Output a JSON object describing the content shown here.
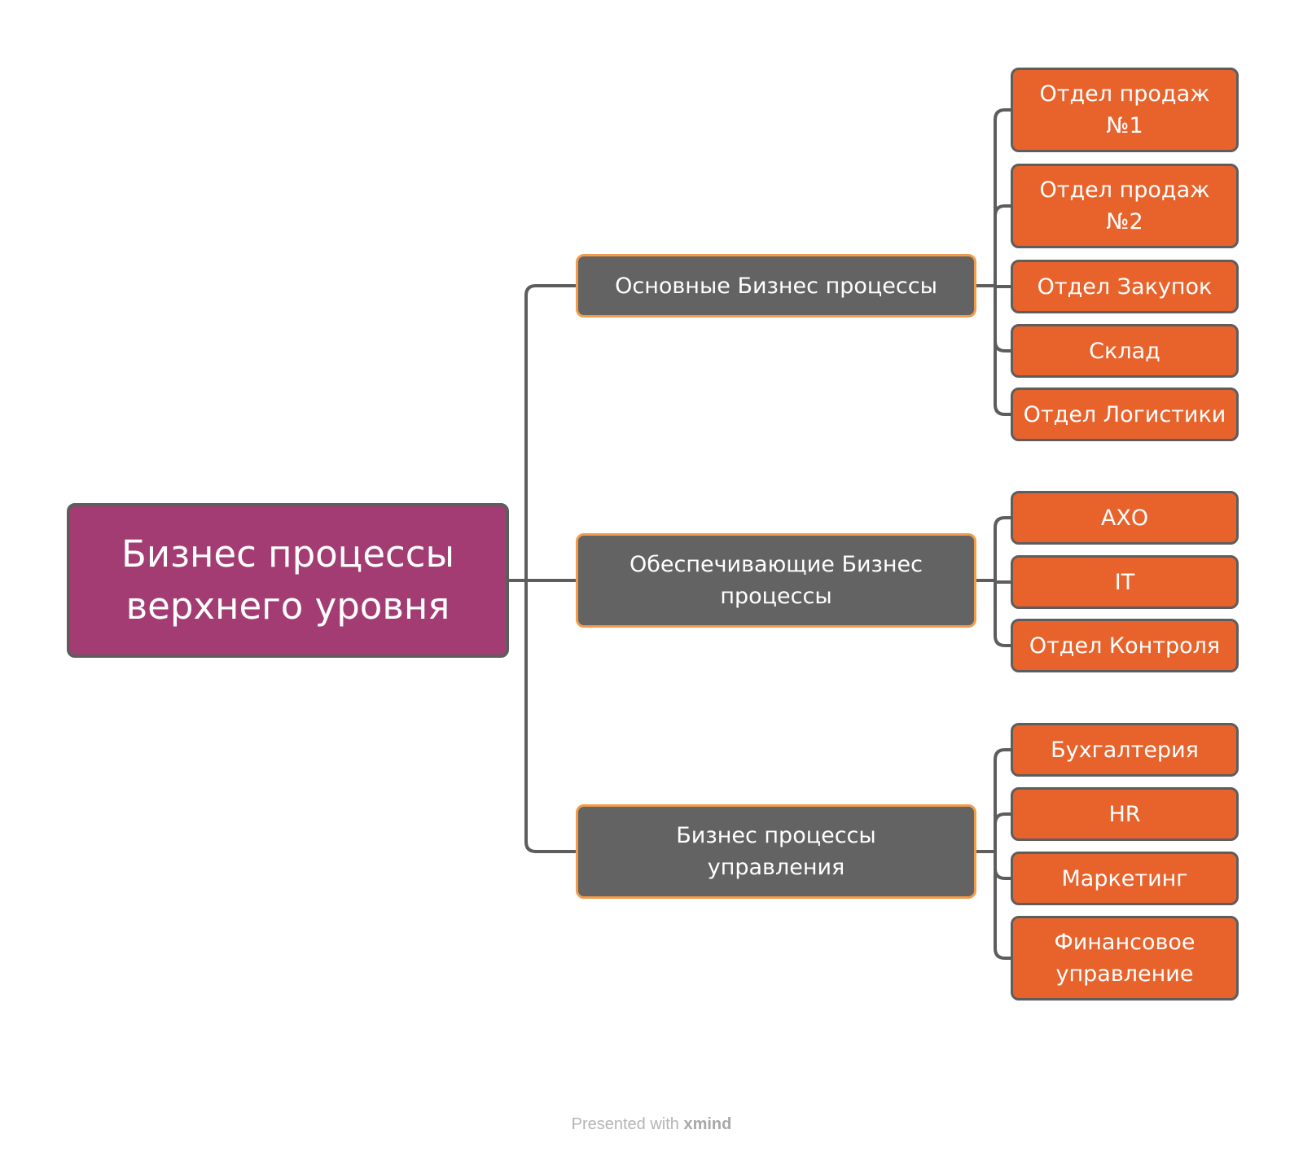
{
  "diagram": {
    "root": {
      "label": "Бизнес процессы\nверхнего уровня"
    },
    "branches": [
      {
        "label": "Основные Бизнес процессы",
        "children": [
          "Отдел продаж\n№1",
          "Отдел продаж\n№2",
          "Отдел Закупок",
          "Склад",
          "Отдел Логистики"
        ]
      },
      {
        "label": "Обеспечивающие Бизнес\nпроцессы",
        "children": [
          "АХО",
          "IT",
          "Отдел Контроля"
        ]
      },
      {
        "label": "Бизнес процессы\nуправления",
        "children": [
          "Бухгалтерия",
          "HR",
          "Маркетинг",
          "Финансовое\nуправление"
        ]
      }
    ]
  },
  "footer": {
    "prefix": "Presented with",
    "brand": "xmind"
  },
  "colors": {
    "root_fill": "#a23c73",
    "branch_fill": "#636363",
    "branch_border": "#f29c4b",
    "leaf_fill": "#e8632c",
    "connector": "#5d5d5d"
  }
}
